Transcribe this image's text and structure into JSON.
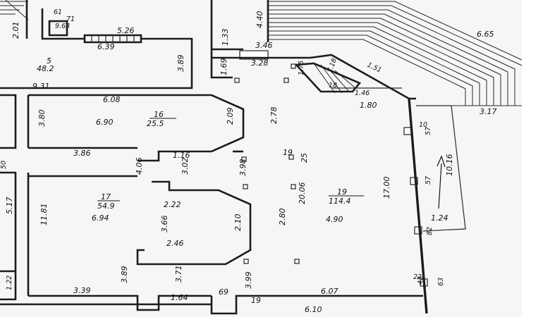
{
  "rooms": [
    {
      "number": "5",
      "area": "48.2"
    },
    {
      "number": "16",
      "area": "25.5"
    },
    {
      "number": "17",
      "area": "54.9"
    },
    {
      "number": "18",
      "area": "1.46"
    },
    {
      "number": "19",
      "area": "114.4"
    }
  ],
  "dimensions": {
    "d61": "61",
    "d71": "71",
    "d963": "9.63",
    "d201": "2.01",
    "d526": "5.26",
    "d639": "6.39",
    "d389": "3.89",
    "d931": "9.31",
    "d133": "1.33",
    "d440": "4.40",
    "d346": "3.46",
    "d328": "3.28",
    "d169": "1.69",
    "d175": "1.75",
    "d118": "1.18",
    "d151": "1.51",
    "d665": "6.65",
    "d608": "6.08",
    "d380": "3.80",
    "d690": "6.90",
    "d209": "2.09",
    "d278": "2.78",
    "d180": "1.80",
    "d317": "3.17",
    "d10": "10",
    "d57a": "57",
    "d386": "3.86",
    "d116": "1.16",
    "d406": "4.06",
    "d302": "3.02",
    "d398a": "3.98",
    "d1925": "19",
    "d25": "25",
    "d1016": "10.16",
    "d57b": "57",
    "d222": "2.22",
    "d2006": "20.06",
    "d1700": "17.00",
    "d517": "5.17",
    "d1181": "11.81",
    "d694": "6.94",
    "d366": "3.66",
    "d210": "2.10",
    "d280": "2.80",
    "d490": "4.90",
    "d124": "1.24",
    "d82": "82",
    "d246": "2.46",
    "d389b": "3.89",
    "d371": "3.71",
    "d399": "3.99",
    "d43": "43",
    "d22": "22",
    "d63": "63",
    "d339": "3.39",
    "d164": "1.64",
    "d69": "69",
    "d19b": "19",
    "d607": "6.07",
    "d610": "6.10",
    "d122": "1.22",
    "d50": "50"
  },
  "symbols": {
    "direction_arrow": "arrow-up-icon"
  }
}
